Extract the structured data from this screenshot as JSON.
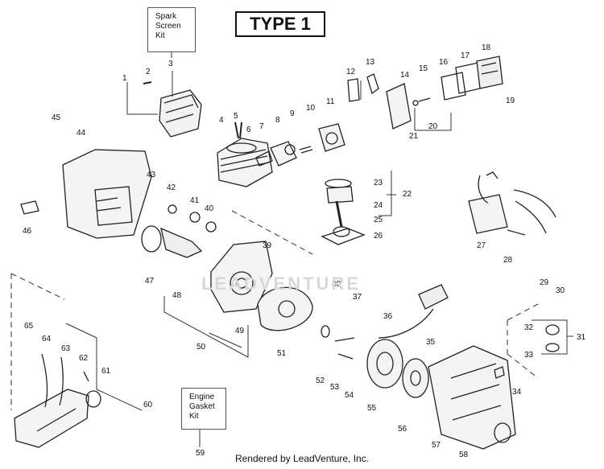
{
  "title": "TYPE 1",
  "kits": {
    "spark_screen": "Spark\nScreen\nKit",
    "engine_gasket": "Engine\nGasket\nKit"
  },
  "watermark": "LEADVENTURE",
  "footer": "Rendered by LeadVenture, Inc.",
  "callouts": [
    "1",
    "2",
    "3",
    "4",
    "5",
    "6",
    "7",
    "8",
    "9",
    "10",
    "11",
    "12",
    "13",
    "14",
    "15",
    "16",
    "17",
    "18",
    "19",
    "20",
    "21",
    "22",
    "23",
    "24",
    "25",
    "26",
    "27",
    "28",
    "29",
    "30",
    "31",
    "32",
    "33",
    "34",
    "35",
    "36",
    "37",
    "38",
    "39",
    "40",
    "41",
    "42",
    "43",
    "44",
    "45",
    "46",
    "47",
    "48",
    "49",
    "50",
    "51",
    "52",
    "53",
    "54",
    "55",
    "56",
    "57",
    "58",
    "59",
    "61",
    "62",
    "63",
    "64",
    "65",
    "60"
  ]
}
